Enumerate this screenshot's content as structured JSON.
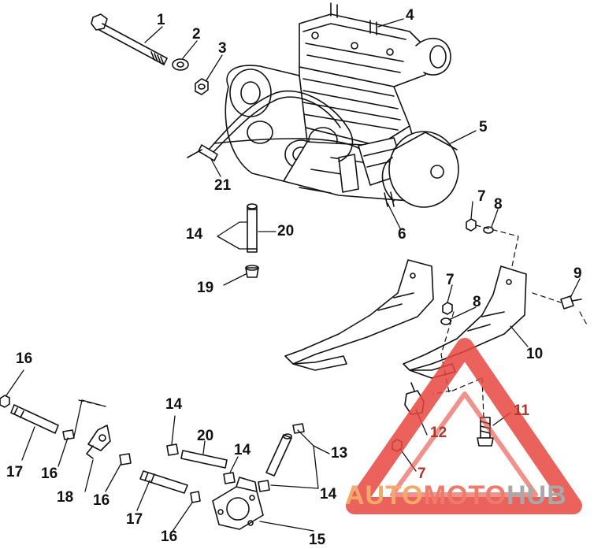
{
  "callouts": [
    "1",
    "2",
    "3",
    "4",
    "5",
    "6",
    "7",
    "8",
    "7",
    "8",
    "9",
    "10",
    "11",
    "12",
    "7",
    "13",
    "14",
    "14",
    "14",
    "14",
    "15",
    "16",
    "16",
    "16",
    "16",
    "17",
    "17",
    "18",
    "19",
    "20",
    "20",
    "21"
  ],
  "watermark": {
    "part1": "AUTO",
    "part2": "MOTO",
    "part3": "HUB"
  },
  "colors": {
    "line": "#111111",
    "watermark_red": "#e8473f",
    "watermark_orange": "#f5a86a",
    "watermark_gray": "#a8a8a8"
  },
  "icons": [
    "engine",
    "bolt",
    "washer",
    "nut",
    "bracket",
    "pipe",
    "fitting",
    "cable",
    "watermark-triangle"
  ]
}
